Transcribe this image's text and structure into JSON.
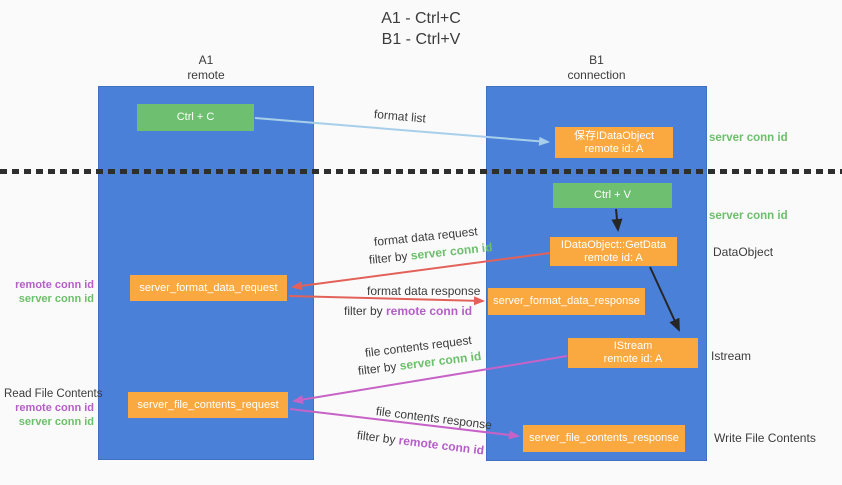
{
  "title": {
    "line1": "A1 - Ctrl+C",
    "line2": "B1 - Ctrl+V"
  },
  "columns": {
    "left": {
      "header_line1": "A1",
      "header_line2": "remote"
    },
    "right": {
      "header_line1": "B1",
      "header_line2": "connection"
    }
  },
  "nodes": {
    "ctrl_c": {
      "label": "Ctrl + C"
    },
    "ctrl_v": {
      "label": "Ctrl + V"
    },
    "save_idataobject": {
      "line1": "保存IDataObject",
      "line2": "remote id: A"
    },
    "getdata": {
      "line1": "IDataObject::GetData",
      "line2": "remote id: A"
    },
    "istream": {
      "line1": "IStream",
      "line2": "remote id: A"
    },
    "server_format_data_request": {
      "label": "server_format_data_request"
    },
    "server_format_data_response": {
      "label": "server_format_data_response"
    },
    "server_file_contents_request": {
      "label": "server_file_contents_request"
    },
    "server_file_contents_response": {
      "label": "server_file_contents_response"
    }
  },
  "edge_labels": {
    "format_list": "format list",
    "format_data_request": "format data request",
    "format_data_response": "format data response",
    "file_contents_request": "file contents request",
    "file_contents_response": "file contents response",
    "filter_by": "filter by ",
    "server_conn_id": "server conn id",
    "remote_conn_id": "remote conn id"
  },
  "side_labels": {
    "server_conn_id_top": "server conn id",
    "server_conn_id_mid": "server conn id",
    "dataobject": "DataObject",
    "istream": "Istream",
    "write_file_contents": "Write File Contents",
    "read_file_contents": "Read File Contents",
    "remote_conn_id": "remote conn id",
    "server_conn_id": "server conn id"
  },
  "colors": {
    "background": "#fafafa",
    "column_blue": "#4a80d8",
    "node_green": "#6fbf70",
    "node_orange": "#f9a940",
    "arrow_blue": "#a8cfea",
    "arrow_red": "#e2625a",
    "arrow_magenta": "#c763c7",
    "arrow_black": "#262626",
    "text_green": "#6cbf6b",
    "text_purple": "#b55ec8",
    "text_dark": "#3c3c3c"
  }
}
